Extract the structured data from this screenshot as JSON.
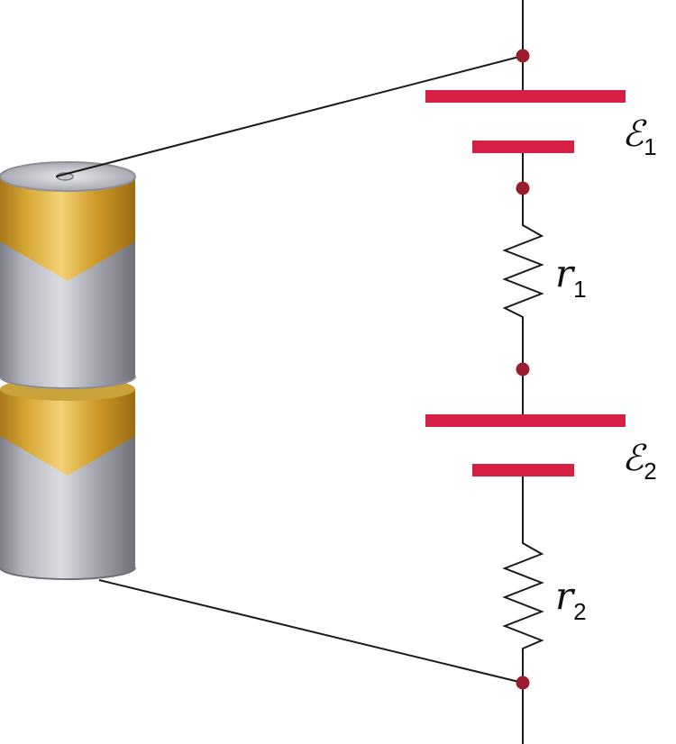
{
  "labels": {
    "emf1": {
      "symbol": "ℰ",
      "subscript": "1"
    },
    "emf2": {
      "symbol": "ℰ",
      "subscript": "2"
    },
    "r1": {
      "symbol": "r",
      "subscript": "1"
    },
    "r2": {
      "symbol": "r",
      "subscript": "2"
    }
  },
  "colors": {
    "wire": "#1a1a1a",
    "battery_plate": "#d61f45",
    "node": "#9b1c2c",
    "cell_body": "#b8b8bf",
    "cell_cap": "#d7a62a"
  }
}
